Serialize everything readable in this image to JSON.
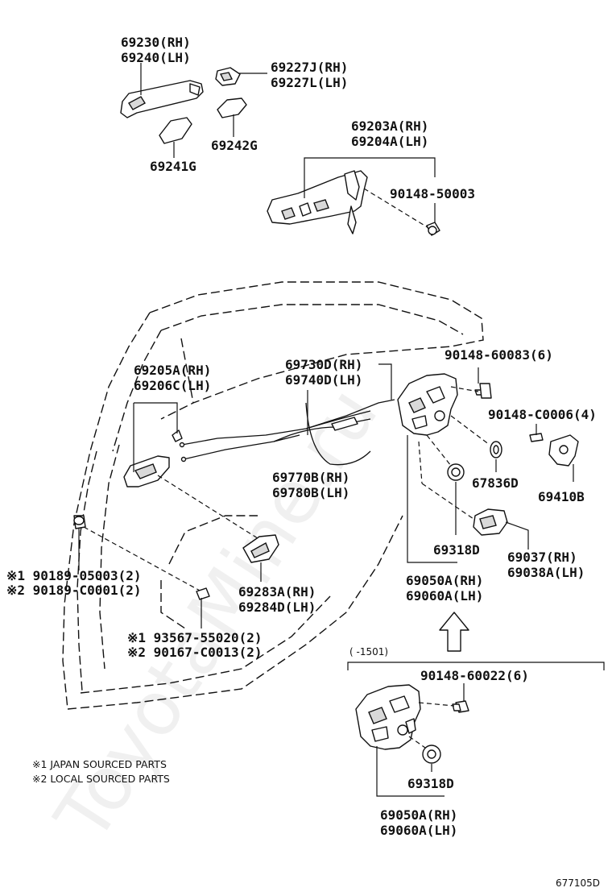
{
  "watermark": "ToyotaMine.ru",
  "diagram_code": "677105D",
  "date_range": "(      -1501)",
  "labels": {
    "p69230": "69230(RH)",
    "p69240": "69240(LH)",
    "p69227j": "69227J(RH)",
    "p69227l": "69227L(LH)",
    "p69242g": "69242G",
    "p69241g": "69241G",
    "p69203a": "69203A(RH)",
    "p69204a": "69204A(LH)",
    "p90148_50003": "90148-50003",
    "p90148_60083": "90148-60083(6)",
    "p69205a": "69205A(RH)",
    "p69206c": "69206C(LH)",
    "p69730d": "69730D(RH)",
    "p69740d": "69740D(LH)",
    "p90148_c0006": "90148-C0006(4)",
    "p69770b": "69770B(RH)",
    "p69780b": "69780B(LH)",
    "p67836d": "67836D",
    "p69410b": "69410B",
    "p69318d_a": "69318D",
    "p69037": "69037(RH)",
    "p69038a": "69038A(LH)",
    "p90189_05003": "※1 90189-05003(2)",
    "p90189_c0001": "※2 90189-C0001(2)",
    "p69283a": "69283A(RH)",
    "p69284d": "69284D(LH)",
    "p69050a_a": "69050A(RH)",
    "p69060a_a": "69060A(LH)",
    "p93567": "※1 93567-55020(2)",
    "p90167": "※2 90167-C0013(2)",
    "p90148_60022": "90148-60022(6)",
    "p69318d_b": "69318D",
    "p69050a_b": "69050A(RH)",
    "p69060a_b": "69060A(LH)"
  },
  "notes": {
    "japan": "※1 JAPAN SOURCED PARTS",
    "local": "※2 LOCAL SOURCED PARTS"
  }
}
